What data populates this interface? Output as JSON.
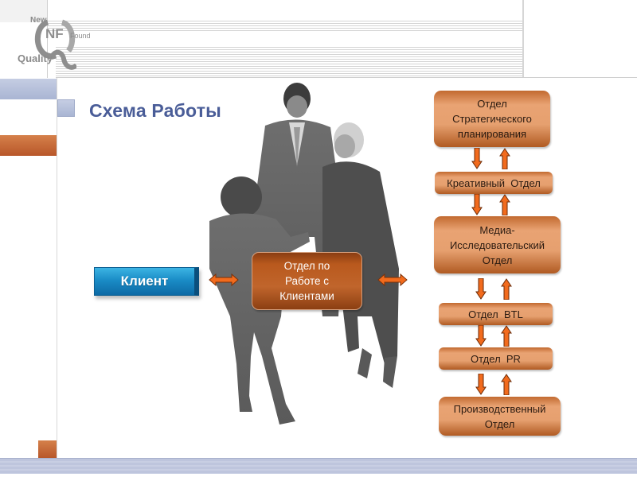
{
  "logo": {
    "new": "New",
    "found": "Found",
    "quality": "Quality",
    "mark": "NF"
  },
  "title": "Схема Работы",
  "client": {
    "label": "Клиент",
    "color": "#1a8cc6"
  },
  "center": {
    "label": "Отдел по Работе с Клиентами",
    "lines": [
      "Отдел по",
      "Работе с",
      "Клиентами"
    ]
  },
  "departments": [
    {
      "id": "strategic",
      "lines": [
        "Отдел",
        "Стратегического",
        "планирования"
      ]
    },
    {
      "id": "creative",
      "lines": [
        "Креативный  Отдел"
      ]
    },
    {
      "id": "media",
      "lines": [
        "Медиа-",
        "Исследовательский",
        "Отдел"
      ]
    },
    {
      "id": "btl",
      "lines": [
        "Отдел  BTL"
      ]
    },
    {
      "id": "pr",
      "lines": [
        "Отдел  PR"
      ]
    },
    {
      "id": "production",
      "lines": [
        "Производственный",
        "Отдел"
      ]
    }
  ],
  "colors": {
    "title": "#4a5d98",
    "box_orange": "#e6a06f",
    "box_dark_orange": "#b9591d",
    "arrow": "#f26b1d",
    "accent_blue_bar": "#b4bfda",
    "accent_orange_bar": "#c86a38"
  }
}
